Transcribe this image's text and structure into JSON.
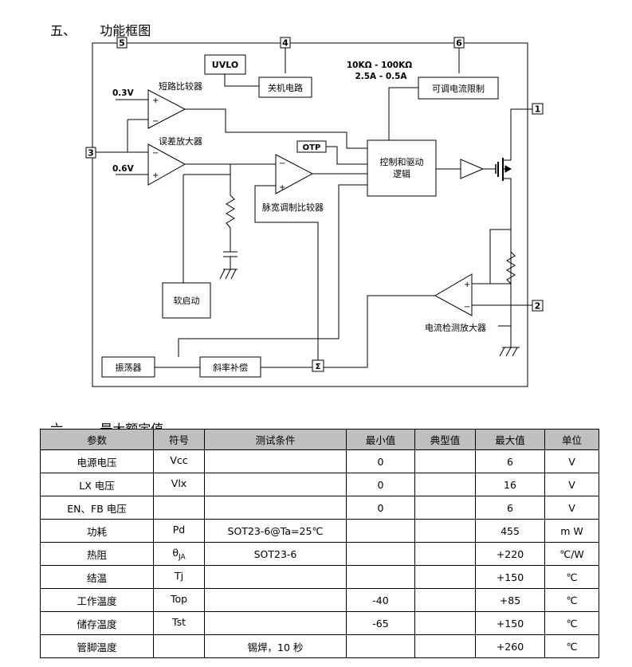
{
  "section5": {
    "number": "五、",
    "title": "功能框图"
  },
  "section6": {
    "number": "六、",
    "title": "最大额定值"
  },
  "diagram": {
    "pins": {
      "p1": "1",
      "p2": "2",
      "p3": "3",
      "p4": "4",
      "p5": "5",
      "p6": "6"
    },
    "blocks": {
      "uvlo": "UVLO",
      "shutdown": "关机电路",
      "current_limit": "可调电流限制",
      "otp": "OTP",
      "control_logic_1": "控制和驱动",
      "control_logic_2": "逻辑",
      "soft_start": "软启动",
      "oscillator": "振荡器",
      "slope_comp": "斜率补偿",
      "sum": "Σ"
    },
    "labels": {
      "short_comp": "短路比较器",
      "error_amp": "误差放大器",
      "pwm_comp": "脉宽调制比较器",
      "current_sense_amp": "电流检测放大器",
      "ref_03": "0.3V",
      "ref_06": "0.6V",
      "limit_res": "10KΩ - 100KΩ",
      "limit_cur": "2.5A - 0.5A",
      "plus": "+",
      "minus": "−"
    }
  },
  "table": {
    "headers": [
      "参数",
      "符号",
      "测试条件",
      "最小值",
      "典型值",
      "最大值",
      "单位"
    ],
    "rows": [
      {
        "param": "电源电压",
        "symbol": "Vcc",
        "symbol_sub": "",
        "cond": "",
        "min": "0",
        "typ": "",
        "max": "6",
        "unit": "V"
      },
      {
        "param": "LX 电压",
        "symbol": "Vlx",
        "symbol_sub": "",
        "cond": "",
        "min": "0",
        "typ": "",
        "max": "16",
        "unit": "V"
      },
      {
        "param": "EN、FB 电压",
        "symbol": "",
        "symbol_sub": "",
        "cond": "",
        "min": "0",
        "typ": "",
        "max": "6",
        "unit": "V"
      },
      {
        "param": "功耗",
        "symbol": "Pd",
        "symbol_sub": "",
        "cond": "SOT23-6@Ta=25℃",
        "min": "",
        "typ": "",
        "max": "455",
        "unit": "m W"
      },
      {
        "param": "热阻",
        "symbol": "θ",
        "symbol_sub": "JA",
        "cond": "SOT23-6",
        "min": "",
        "typ": "",
        "max": "+220",
        "unit": "℃/W"
      },
      {
        "param": "结温",
        "symbol": "Tj",
        "symbol_sub": "",
        "cond": "",
        "min": "",
        "typ": "",
        "max": "+150",
        "unit": "℃"
      },
      {
        "param": "工作温度",
        "symbol": "Top",
        "symbol_sub": "",
        "cond": "",
        "min": "-40",
        "typ": "",
        "max": "+85",
        "unit": "℃"
      },
      {
        "param": "储存温度",
        "symbol": "Tst",
        "symbol_sub": "",
        "cond": "",
        "min": "-65",
        "typ": "",
        "max": "+150",
        "unit": "℃"
      },
      {
        "param": "管脚温度",
        "symbol": "",
        "symbol_sub": "",
        "cond": "锡焊，10 秒",
        "min": "",
        "typ": "",
        "max": "+260",
        "unit": "℃"
      }
    ]
  }
}
